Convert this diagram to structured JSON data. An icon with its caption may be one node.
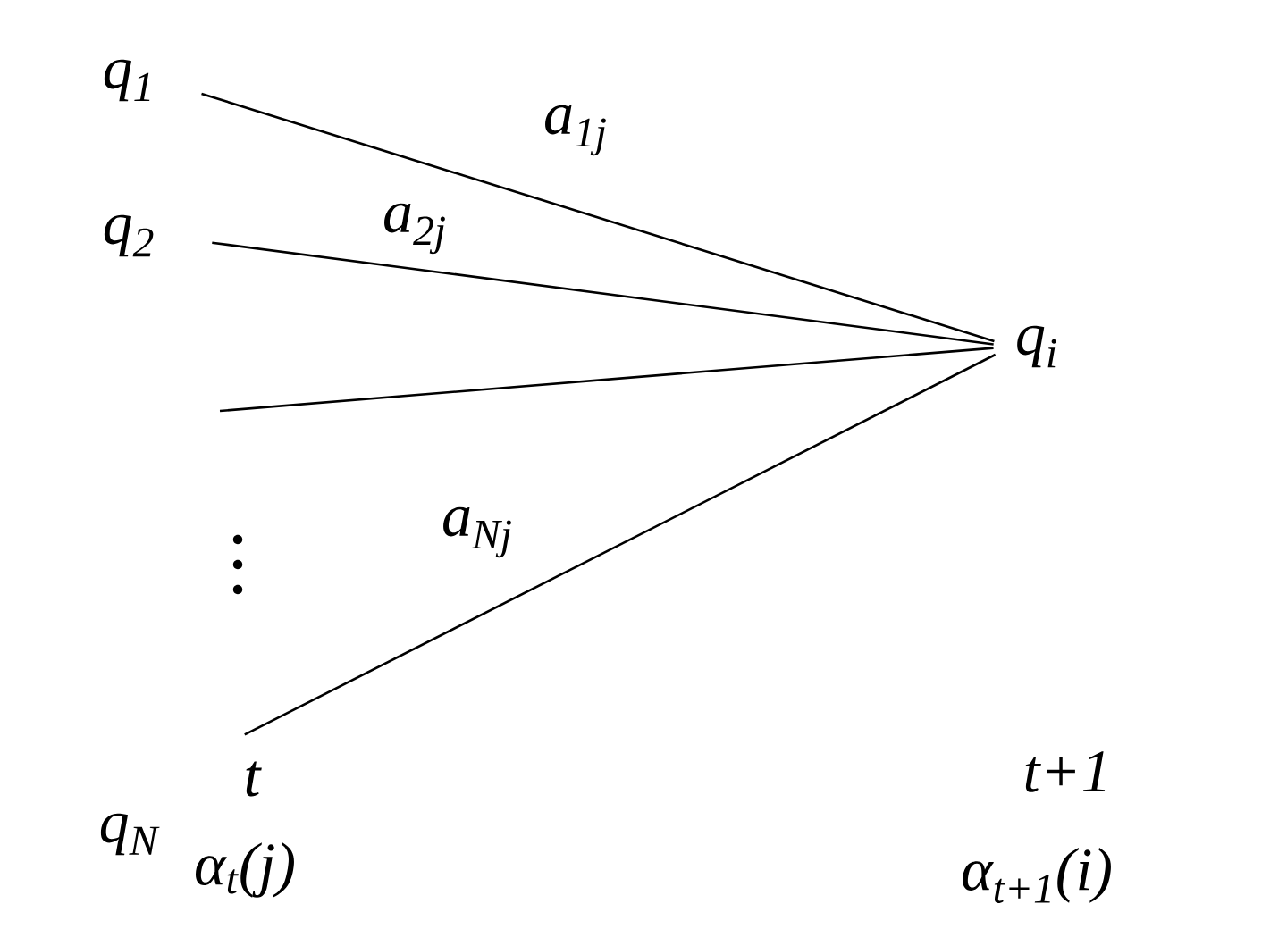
{
  "diagram": {
    "nodes": [
      {
        "text": [
          "q$_{1}$"
        ]
      },
      {
        "text": [
          "q$_{2}$"
        ]
      },
      {
        "text": [
          "q$_{N}$"
        ]
      },
      {
        "text": [
          "q$_{i}$"
        ]
      }
    ],
    "edges": [
      {
        "from": 0,
        "to": 3,
        "arrow": "none",
        "label": "a$_{1j}$"
      },
      {
        "from": 1,
        "to": 3,
        "arrow": "none",
        "label": "a$_{2j}$"
      },
      {
        "from": null,
        "to": 3,
        "arrow": "none"
      },
      {
        "from": 2,
        "to": 3,
        "arrow": "none",
        "label": "a$_{Nj}$"
      }
    ],
    "labels": [
      "t",
      "t+1",
      "α$_{t}$(j)",
      "α$_{t+1}$(i)"
    ]
  }
}
